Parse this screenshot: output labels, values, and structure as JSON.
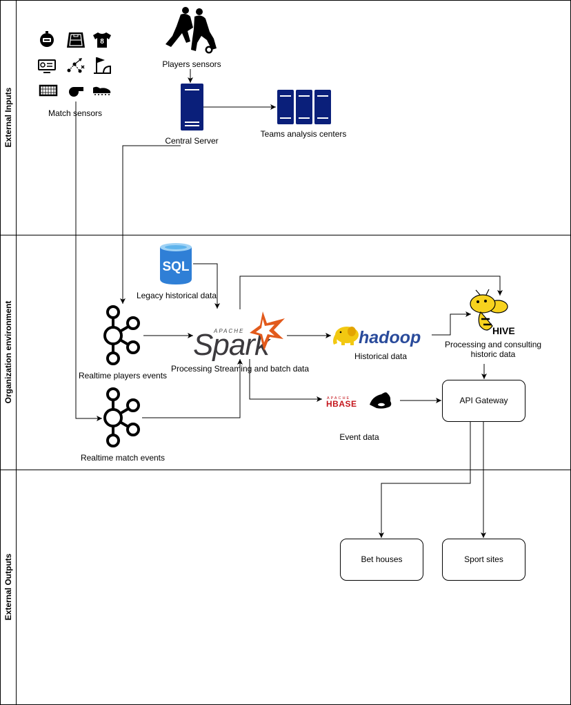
{
  "lanes": {
    "external_inputs": "External Inputs",
    "organization_environment": "Organization environment",
    "external_outputs": "External Outputs"
  },
  "nodes": {
    "match_sensors": "Match sensors",
    "players_sensors": "Players sensors",
    "central_server": "Central Server",
    "teams_analysis_centers": "Teams analysis centers",
    "legacy_historical_data": "Legacy historical data",
    "sql_badge": "SQL",
    "realtime_players_events": "Realtime players events",
    "realtime_match_events": "Realtime match events",
    "spark_apache": "APACHE",
    "spark_word": "Spark",
    "spark_caption": "Processing Streaming and batch data",
    "hadoop_word": "hadoop",
    "historical_data": "Historical data",
    "hive_word": "HIVE",
    "hive_caption_1": "Processing and consulting",
    "hive_caption_2": "historic data",
    "hbase_apache": "APACHE",
    "hbase_word": "HBASE",
    "event_data": "Event data",
    "api_gateway": "API Gateway",
    "bet_houses": "Bet houses",
    "sport_sites": "Sport sites",
    "jersey_number": "8"
  },
  "colors": {
    "server_blue": "#0a1f7a",
    "spark_orange": "#e25a1c",
    "sql_blue": "#2f7fd6",
    "hadoop_yellow": "#f2c811",
    "hadoop_blue": "#2a4b9b",
    "hbase_red": "#c4161c",
    "hive_yellow": "#f7d21e"
  }
}
